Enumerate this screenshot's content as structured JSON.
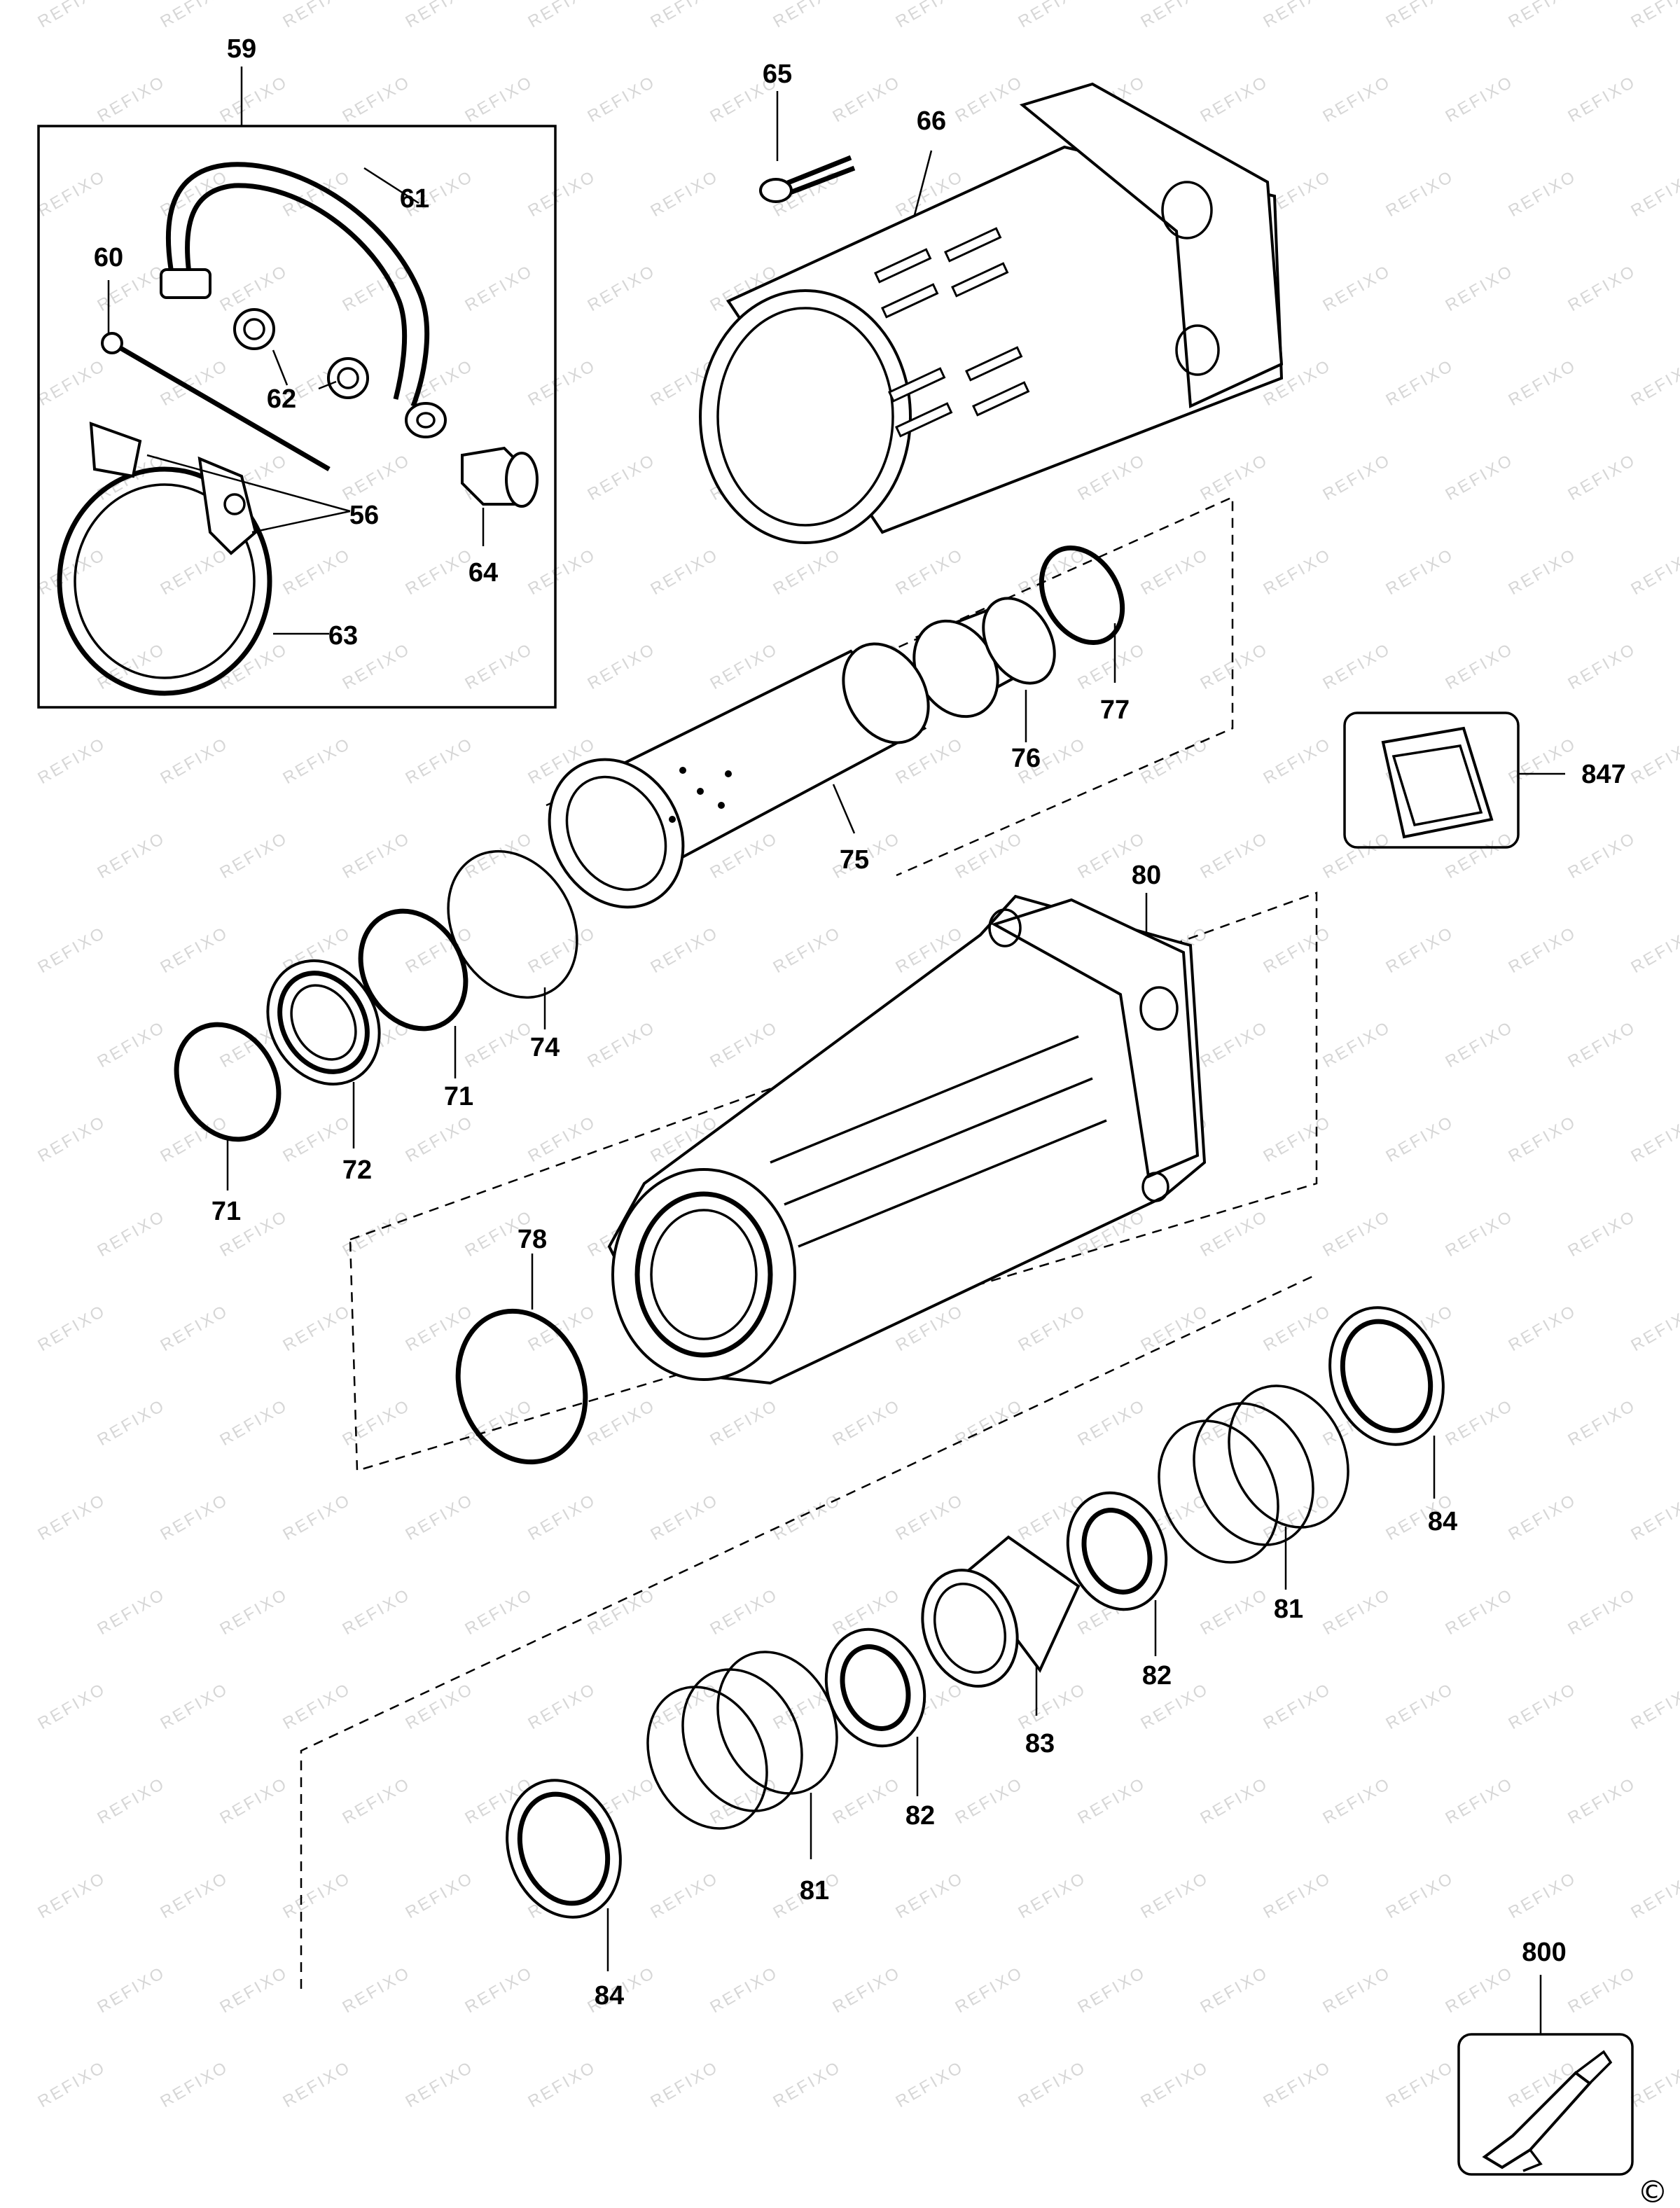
{
  "diagram": {
    "part_numbers": {
      "p59": "59",
      "p60": "60",
      "p61": "61",
      "p62": "62",
      "p56": "56",
      "p63": "63",
      "p64": "64",
      "p65": "65",
      "p66": "66",
      "p77": "77",
      "p76": "76",
      "p75": "75",
      "p847": "847",
      "p80": "80",
      "p74": "74",
      "p71a": "71",
      "p71b": "71",
      "p72": "72",
      "p78": "78",
      "p84a": "84",
      "p81a": "81",
      "p82a": "82",
      "p83": "83",
      "p82b": "82",
      "p81b": "81",
      "p84b": "84",
      "p800": "800"
    },
    "watermark": "REFIXO",
    "copyright_symbol": "©"
  }
}
